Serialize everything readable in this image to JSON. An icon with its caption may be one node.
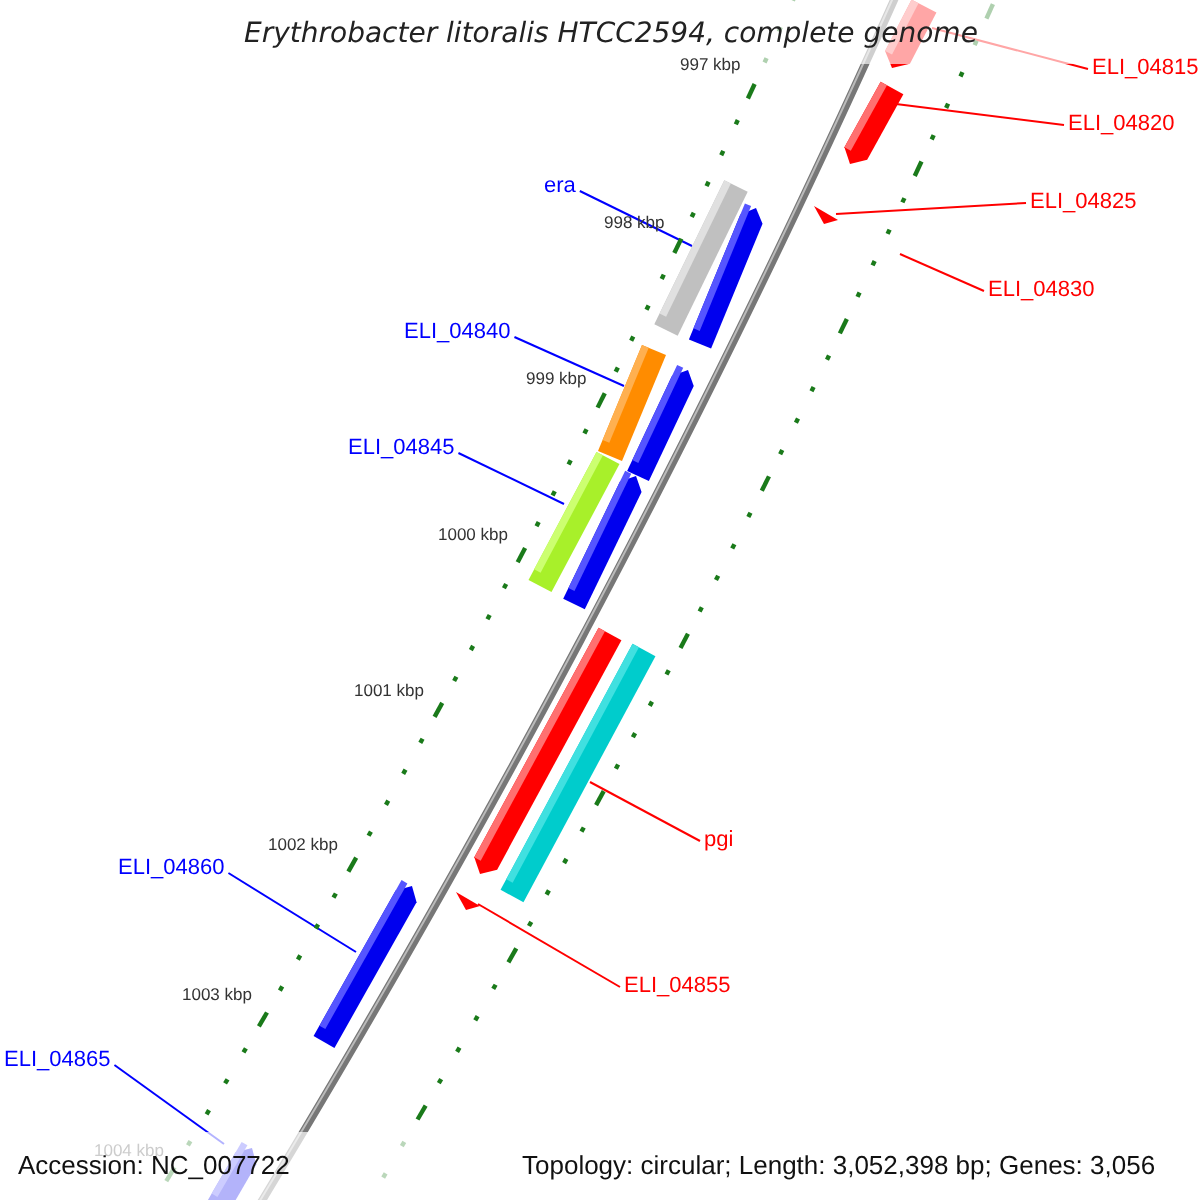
{
  "diagram": {
    "title": "Erythrobacter litoralis HTCC2594, complete genome",
    "nodes": [
      {
        "text": [
          "ELI_04815"
        ]
      },
      {
        "text": [
          "ELI_04820"
        ]
      },
      {
        "text": [
          "era"
        ]
      },
      {
        "text": [
          "ELI_04825"
        ]
      },
      {
        "text": [
          "ELI_04830"
        ]
      },
      {
        "text": [
          "ELI_04840"
        ]
      },
      {
        "text": [
          "ELI_04845"
        ]
      },
      {
        "text": [
          "pgi"
        ]
      },
      {
        "text": [
          "ELI_04860"
        ]
      },
      {
        "text": [
          "ELI_04855"
        ]
      },
      {
        "text": [
          "ELI_04865"
        ]
      },
      {
        "text": [],
        "shape": "bar"
      },
      {
        "text": [],
        "shape": "bar"
      },
      {
        "text": [],
        "shape": "bar"
      },
      {
        "text": [],
        "shape": "bar"
      },
      {
        "text": [],
        "shape": "triangle"
      },
      {
        "text": [],
        "shape": "bar"
      },
      {
        "text": [],
        "shape": "bar"
      },
      {
        "text": [],
        "shape": "bar"
      },
      {
        "text": [],
        "shape": "bar"
      },
      {
        "text": [],
        "shape": "bar"
      },
      {
        "text": [],
        "shape": "bar"
      },
      {
        "text": [],
        "shape": "bar"
      },
      {
        "text": [],
        "shape": "triangle"
      },
      {
        "text": [],
        "shape": "bar"
      }
    ],
    "edges": [
      {
        "from": 0,
        "to": 11,
        "arrow": "none"
      },
      {
        "from": 1,
        "to": 12,
        "arrow": "none"
      },
      {
        "from": 2,
        "to": 13,
        "arrow": "none",
        "color": "#0000ff"
      },
      {
        "from": 3,
        "to": 15,
        "arrow": "none"
      },
      {
        "from": 4,
        "to": null,
        "arrow": "none"
      },
      {
        "from": 5,
        "to": 16,
        "arrow": "none",
        "color": "#0000ff"
      },
      {
        "from": 6,
        "to": 18,
        "arrow": "none",
        "color": "#0000ff"
      },
      {
        "from": 7,
        "to": 21,
        "arrow": "none"
      },
      {
        "from": 8,
        "to": 22,
        "arrow": "none",
        "color": "#0000ff"
      },
      {
        "from": 9,
        "to": 23,
        "arrow": "none"
      },
      {
        "from": 10,
        "to": 24,
        "arrow": "none",
        "color": "#0000ff"
      }
    ],
    "labels": [
      "997 kbp",
      "998 kbp",
      "999 kbp",
      "1000 kbp",
      "1001 kbp",
      "1002 kbp",
      "1003 kbp",
      "1004 kbp",
      "Accession: NC_007722",
      "Topology: circular; Length: 3,052,398 bp; Genes: 3,056"
    ]
  }
}
